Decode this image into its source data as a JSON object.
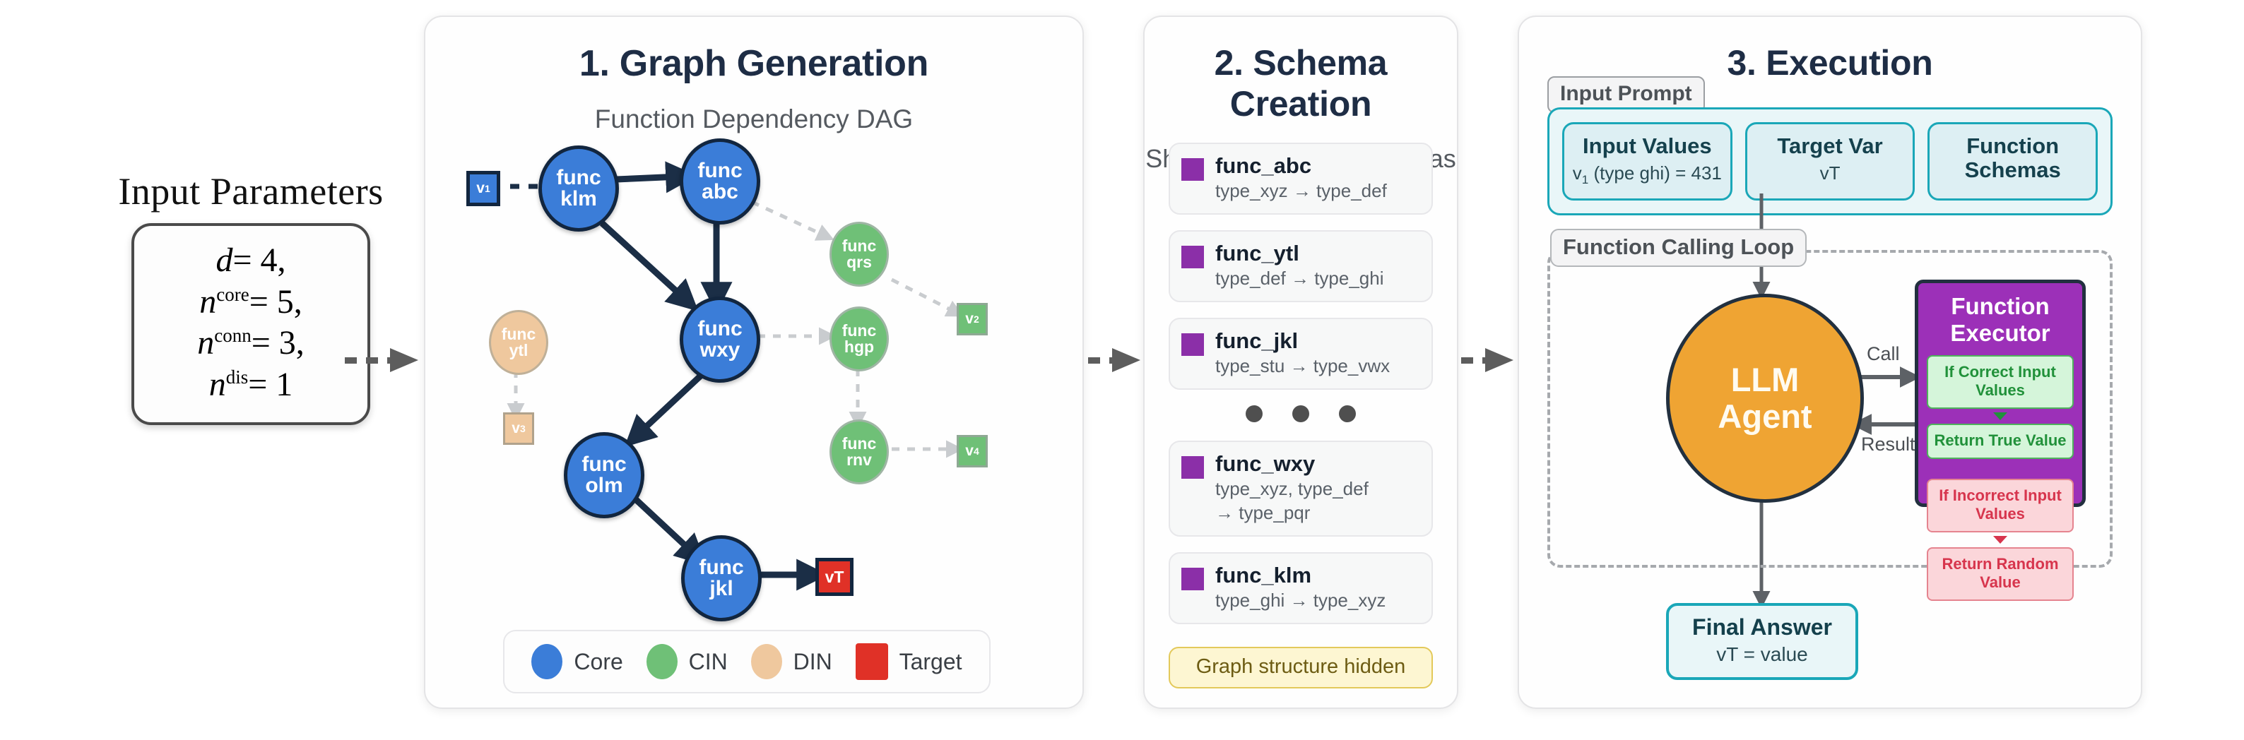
{
  "input_parameters": {
    "title": "Input Parameters",
    "lines": [
      {
        "sym": "d",
        "sup": "",
        "eq": "= 4,"
      },
      {
        "sym": "n",
        "sup": "core",
        "eq": "= 5,"
      },
      {
        "sym": "n",
        "sup": "conn",
        "eq": "= 3,"
      },
      {
        "sym": "n",
        "sup": "dis",
        "eq": "= 1"
      }
    ]
  },
  "panel1": {
    "title": "1. Graph Generation",
    "subtitle": "Function Dependency DAG",
    "nodes": {
      "klm": "func\nklm",
      "abc": "func\nabc",
      "wxy": "func\nwxy",
      "olm": "func\nolm",
      "jkl": "func\njkl",
      "qrs": "func\nqrs",
      "hgp": "func\nhgp",
      "rnv": "func\nrnv",
      "ytl": "func\nytl"
    },
    "node_labels": {
      "klm_top": "func",
      "klm_bot": "klm",
      "abc_top": "func",
      "abc_bot": "abc",
      "wxy_top": "func",
      "wxy_bot": "wxy",
      "olm_top": "func",
      "olm_bot": "olm",
      "jkl_top": "func",
      "jkl_bot": "jkl",
      "qrs_top": "func",
      "qrs_bot": "qrs",
      "hgp_top": "func",
      "hgp_bot": "hgp",
      "rnv_top": "func",
      "rnv_bot": "rnv",
      "ytl_top": "func",
      "ytl_bot": "ytl"
    },
    "variables": {
      "v1": "v",
      "v1sub": "1",
      "v2": "v",
      "v2sub": "2",
      "v3": "v",
      "v3sub": "3",
      "v4": "v",
      "v4sub": "4",
      "target": "vT"
    },
    "legend": [
      {
        "label": "Core",
        "color": "#3b7dd8",
        "shape": "circle"
      },
      {
        "label": "CIN",
        "color": "#6fc077",
        "shape": "circle"
      },
      {
        "label": "DIN",
        "color": "#efc89e",
        "shape": "circle"
      },
      {
        "label": "Target",
        "color": "#e03127",
        "shape": "square"
      }
    ]
  },
  "panel2": {
    "title": "2. Schema Creation",
    "subtitle": "Shuffled Function Schemas",
    "swatch_color": "#8b2fa8",
    "schemas_top": [
      {
        "name": "func_abc",
        "signature": "type_xyz → type_def"
      },
      {
        "name": "func_ytl",
        "signature": "type_def → type_ghi"
      },
      {
        "name": "func_jkl",
        "signature": "type_stu → type_vwx"
      }
    ],
    "ellipsis_dots": 3,
    "schemas_bottom": [
      {
        "name": "func_wxy",
        "signature": "type_xyz, type_def\n→ type_pqr",
        "sig_line1": "type_xyz, type_def",
        "sig_line2": "→ type_pqr"
      },
      {
        "name": "func_klm",
        "signature": "type_ghi → type_xyz"
      }
    ],
    "footer_badge": "Graph structure hidden"
  },
  "panel3": {
    "title": "3. Execution",
    "input_prompt_tag": "Input Prompt",
    "input_prompt_items": [
      {
        "heading": "Input Values",
        "value": "v",
        "value_sub": "1",
        "value_rest": " (type ghi) = 431"
      },
      {
        "heading": "Target Var",
        "value": "vT"
      },
      {
        "heading_line1": "Function",
        "heading_line2": "Schemas"
      }
    ],
    "loop_tag": "Function Calling Loop",
    "agent": {
      "line1": "LLM",
      "line2": "Agent",
      "color": "#efa433"
    },
    "edge_labels": {
      "call": "Call",
      "result": "Result"
    },
    "executor": {
      "title": "Function Executor",
      "color": "#9c30b8",
      "correct_branch": [
        "If Correct Input Values",
        "Return True Value"
      ],
      "incorrect_branch": [
        "If Incorrect Input Values",
        "Return Random Value"
      ]
    },
    "final_answer": {
      "heading": "Final Answer",
      "value": "vT = value"
    }
  }
}
